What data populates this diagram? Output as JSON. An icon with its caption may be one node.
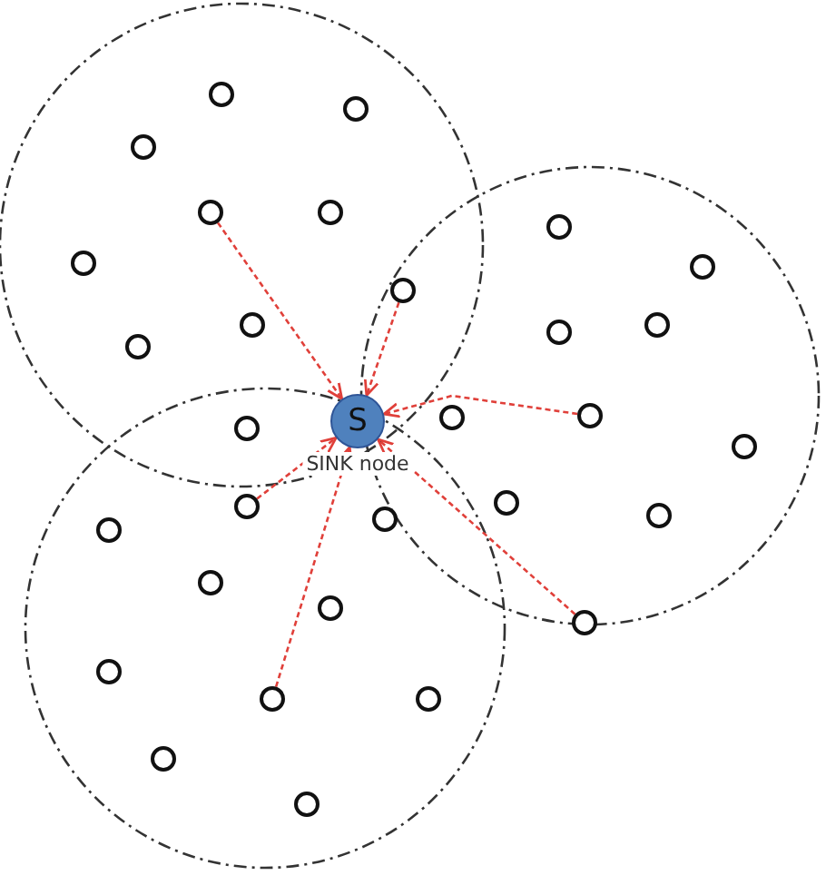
{
  "diagram": {
    "nodes": [
      {
        "text": [],
        "shape": "circle"
      },
      {
        "text": [],
        "shape": "circle"
      },
      {
        "text": [],
        "shape": "circle"
      },
      {
        "text": [],
        "shape": "circle"
      },
      {
        "text": [],
        "shape": "circle"
      },
      {
        "text": [],
        "shape": "circle"
      },
      {
        "text": [],
        "shape": "circle"
      },
      {
        "text": [],
        "shape": "circle"
      },
      {
        "text": [],
        "shape": "circle"
      },
      {
        "text": [],
        "shape": "circle"
      },
      {
        "text": [],
        "shape": "circle"
      },
      {
        "text": [],
        "shape": "circle"
      },
      {
        "text": [],
        "shape": "circle"
      },
      {
        "text": [],
        "shape": "circle"
      },
      {
        "text": [],
        "shape": "circle"
      },
      {
        "text": [
          "S"
        ],
        "beside": [
          "SINK node"
        ]
      },
      {
        "text": [],
        "shape": "circle"
      },
      {
        "text": [],
        "shape": "circle"
      },
      {
        "text": [],
        "shape": "circle"
      },
      {
        "text": [],
        "shape": "circle"
      },
      {
        "text": [],
        "shape": "circle"
      },
      {
        "text": [],
        "shape": "circle"
      },
      {
        "text": [],
        "shape": "circle"
      },
      {
        "text": [],
        "shape": "circle"
      },
      {
        "text": [],
        "shape": "circle"
      },
      {
        "text": [],
        "shape": "circle"
      },
      {
        "text": [],
        "shape": "circle"
      },
      {
        "text": [],
        "shape": "circle"
      },
      {
        "text": [],
        "shape": "circle"
      },
      {
        "text": [],
        "shape": "circle"
      },
      {
        "text": [],
        "shape": "circle"
      }
    ],
    "edges": [
      {
        "from": 3,
        "to": 15,
        "arrow": "to",
        "style": "dashed",
        "color": "#e0403a"
      },
      {
        "from": 8,
        "to": 15,
        "arrow": "to",
        "style": "dashed",
        "color": "#e0403a"
      },
      {
        "from": 13,
        "to": 15,
        "arrow": "to",
        "style": "dashed",
        "color": "#e0403a"
      },
      {
        "from": 19,
        "to": 15,
        "arrow": "to",
        "style": "dashed",
        "color": "#e0403a"
      },
      {
        "from": 27,
        "to": 15,
        "arrow": "to",
        "style": "dashed",
        "color": "#e0403a"
      },
      {
        "from": 25,
        "to": 15,
        "arrow": "to",
        "style": "dashed",
        "color": "#e0403a"
      }
    ]
  }
}
